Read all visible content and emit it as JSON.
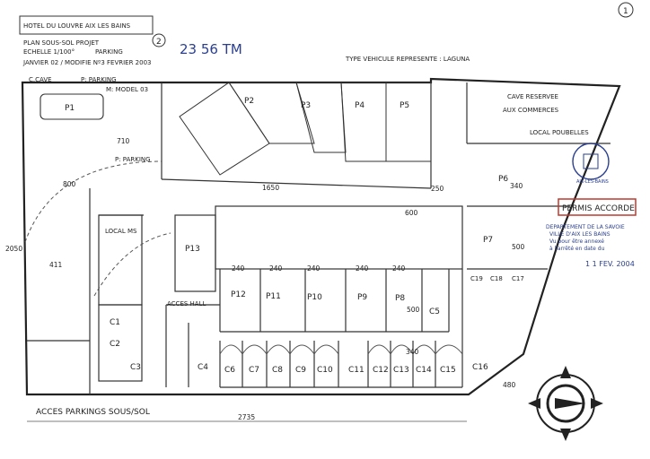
{
  "header": {
    "line1": "HOTEL DU LOUVRE   AIX LES BAINS",
    "line2": "PLAN SOUS-SOL PROJET",
    "line3": "ECHELLE 1/100°",
    "line4": "PARKING",
    "line5": "JANVIER 02 / MODIFIE Nº3 FEVRIER 2003",
    "sheet_circle": "2",
    "page_number": "1",
    "scribble": "23 56 TM"
  },
  "vehicle_note": "TYPE VEHICULE REPRESENTE : LAGUNA",
  "labels": {
    "cave": "C.CAVE",
    "p_parking": "P: PARKING",
    "m_model": "M: MODEL 03",
    "p_parking2": "P: PARKING",
    "cave_reservee": "CAVE RESERVEE",
    "aux_commerces": "AUX COMMERCES",
    "local_poubelles": "LOCAL POUBELLES",
    "local_ms": "LOCAL MS",
    "acces_hall": "ACCES HALL",
    "acces_parking": "ACCES PARKINGS SOUS/SOL",
    "permis": "PERMIS ACCORDE",
    "date_stamp": "1 1 FEV. 2004",
    "stamp_lines": [
      "DEPARTEMENT DE LA SAVOIE",
      "VILLE D'AIX LES BAINS",
      "Vu pour être annexé",
      "à l'arrêté en date du"
    ],
    "seal_text": "AIX-LES-BAINS"
  },
  "parking_spots": [
    "P1",
    "P2",
    "P3",
    "P4",
    "P5",
    "P6",
    "P7",
    "P8",
    "P9",
    "P10",
    "P11",
    "P12",
    "P13"
  ],
  "caves": [
    "C1",
    "C2",
    "C3",
    "C4",
    "C5",
    "C6",
    "C7",
    "C8",
    "C9",
    "C10",
    "C11",
    "C12",
    "C13",
    "C14",
    "C15",
    "C16",
    "C17",
    "C18",
    "C19"
  ],
  "dimensions": {
    "d800": "800",
    "d1650": "1650",
    "d250": "250",
    "d340": "340",
    "d710": "710",
    "d411": "411",
    "d600": "600",
    "d240a": "240",
    "d240b": "240",
    "d240c": "240",
    "d240d": "240",
    "d240e": "240",
    "d500a": "500",
    "d500b": "500",
    "d340b": "340",
    "d480": "480",
    "d2735": "2735",
    "d2050": "2050"
  }
}
